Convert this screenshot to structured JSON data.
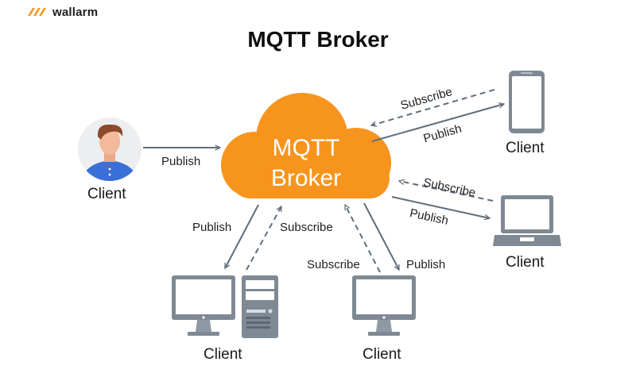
{
  "brand": {
    "name": "wallarm",
    "icon": "wallarm-logo-icon",
    "color": "#f7941d"
  },
  "title": "MQTT Broker",
  "broker": {
    "line1": "MQTT",
    "line2": "Broker",
    "color": "#f7941d"
  },
  "colors": {
    "arrow": "#5f6e7c",
    "device_frame": "#7f8994",
    "screen": "#ffffff"
  },
  "clients": {
    "person": {
      "label": "Client",
      "icon": "person-avatar-icon"
    },
    "phone": {
      "label": "Client",
      "icon": "smartphone-icon"
    },
    "laptop": {
      "label": "Client",
      "icon": "laptop-icon"
    },
    "desktop_server": {
      "label": "Client",
      "icons": [
        "desktop-monitor-icon",
        "server-tower-icon"
      ]
    },
    "desktop": {
      "label": "Client",
      "icon": "desktop-monitor-icon"
    }
  },
  "connections": {
    "person_publish": "Publish",
    "phone_subscribe": "Subscribe",
    "phone_publish": "Publish",
    "laptop_subscribe": "Subscribe",
    "laptop_publish": "Publish",
    "ds_publish": "Publish",
    "ds_subscribe": "Subscribe",
    "desk_subscribe": "Subscribe",
    "desk_publish": "Publish"
  }
}
